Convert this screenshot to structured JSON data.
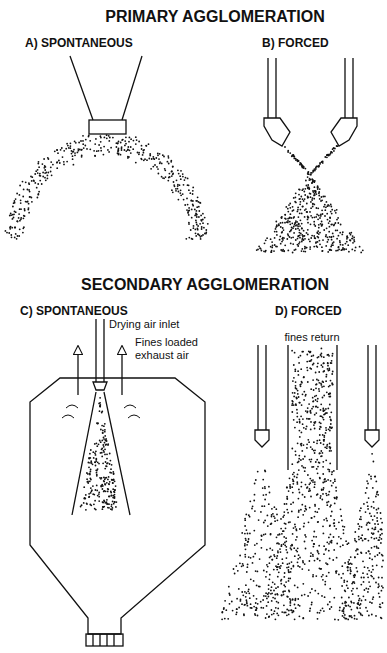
{
  "diagram": {
    "labels": [
      "PRIMARY AGGLOMERATION",
      "A) SPONTANEOUS",
      "B) FORCED",
      "SECONDARY AGGLOMERATION",
      "C) SPONTANEOUS",
      "D) FORCED",
      "Drying air inlet",
      "Fines loaded exhaust air",
      "fines return"
    ]
  }
}
